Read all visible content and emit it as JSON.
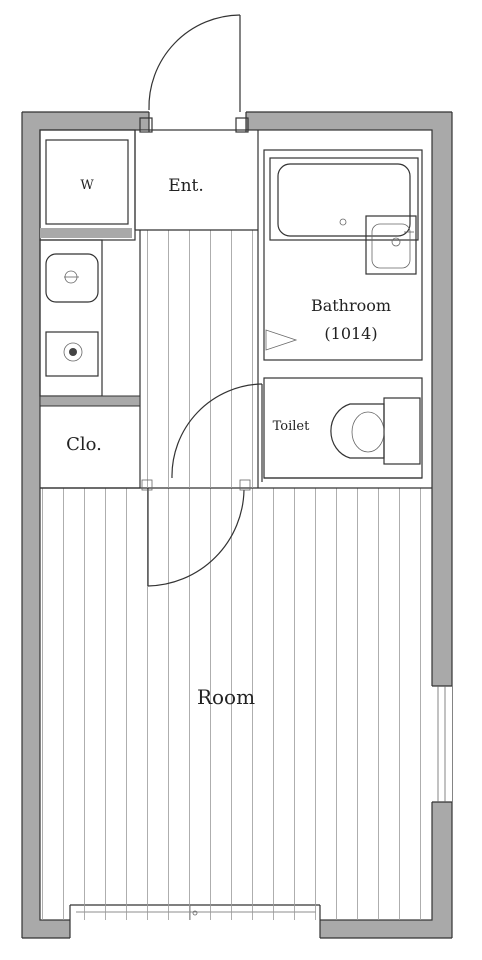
{
  "labels": {
    "washer": "W",
    "entrance": "Ent.",
    "bathroom": "Bathroom",
    "bathroom_size": "(1014)",
    "toilet": "Toilet",
    "closet": "Clo.",
    "room": "Room"
  }
}
